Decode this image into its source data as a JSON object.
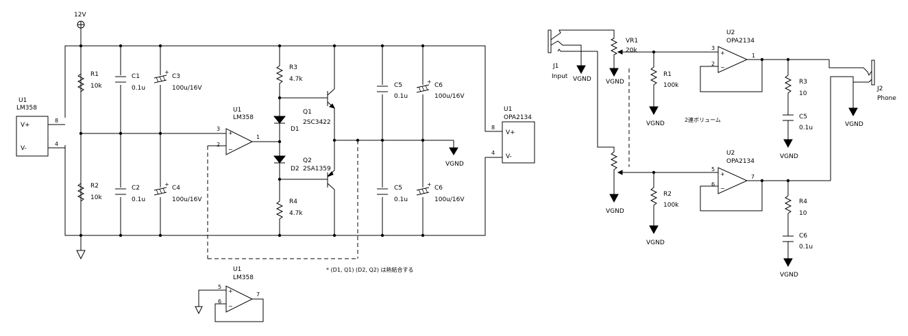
{
  "power": {
    "supply_label": "12V"
  },
  "left": {
    "u1_box": {
      "ref": "U1",
      "part": "LM358",
      "pin_plus": "8",
      "pin_minus": "4",
      "label_plus": "V+",
      "label_minus": "V-"
    },
    "r1": {
      "ref": "R1",
      "value": "10k"
    },
    "r2": {
      "ref": "R2",
      "value": "10k"
    },
    "c1": {
      "ref": "C1",
      "value": "0.1u"
    },
    "c2": {
      "ref": "C2",
      "value": "0.1u"
    },
    "c3": {
      "ref": "C3",
      "value": "100u/16V"
    },
    "c4": {
      "ref": "C4",
      "value": "100u/16V"
    },
    "opamp": {
      "ref": "U1",
      "part": "LM358",
      "pin_noninv": "3",
      "pin_inv": "2",
      "pin_out": "1"
    },
    "r3": {
      "ref": "R3",
      "value": "4.7k"
    },
    "r4": {
      "ref": "R4",
      "value": "4.7k"
    },
    "d1": {
      "ref": "D1"
    },
    "d2": {
      "ref": "D2"
    },
    "q1": {
      "ref": "Q1",
      "part": "2SC3422"
    },
    "q2": {
      "ref": "Q2",
      "part": "2SA1359"
    },
    "c5a": {
      "ref": "C5",
      "value": "0.1u"
    },
    "c5b": {
      "ref": "C5",
      "value": "0.1u"
    },
    "c6a": {
      "ref": "C6",
      "value": "100u/16V"
    },
    "c6b": {
      "ref": "C6",
      "value": "100u/16V"
    },
    "vgnd": "VGND",
    "u1_opa_box": {
      "ref": "U1",
      "part": "OPA2134",
      "pin_plus": "8",
      "pin_minus": "4",
      "label_plus": "V+",
      "label_minus": "V-"
    },
    "note": "* (D1, Q1) (D2, Q2) は熱結合する",
    "unused_opamp": {
      "ref": "U1",
      "part": "LM358",
      "pin_noninv": "5",
      "pin_inv": "6",
      "pin_out": "7"
    }
  },
  "right": {
    "j1": {
      "ref": "J1",
      "name": "Input"
    },
    "vr1": {
      "ref": "VR1",
      "value": "20k"
    },
    "vgnd": "VGND",
    "r1": {
      "ref": "R1",
      "value": "100k"
    },
    "r2": {
      "ref": "R2",
      "value": "100k"
    },
    "u2a": {
      "ref": "U2",
      "part": "OPA2134",
      "pin_noninv": "3",
      "pin_inv": "2",
      "pin_out": "1"
    },
    "u2b": {
      "ref": "U2",
      "part": "OPA2134",
      "pin_noninv": "5",
      "pin_inv": "6",
      "pin_out": "7"
    },
    "r3": {
      "ref": "R3",
      "value": "10"
    },
    "r4": {
      "ref": "R4",
      "value": "10"
    },
    "c5": {
      "ref": "C5",
      "value": "0.1u"
    },
    "c6": {
      "ref": "C6",
      "value": "0.1u"
    },
    "j2": {
      "ref": "J2",
      "name": "Phone"
    },
    "volume_note": "2連ボリューム"
  }
}
